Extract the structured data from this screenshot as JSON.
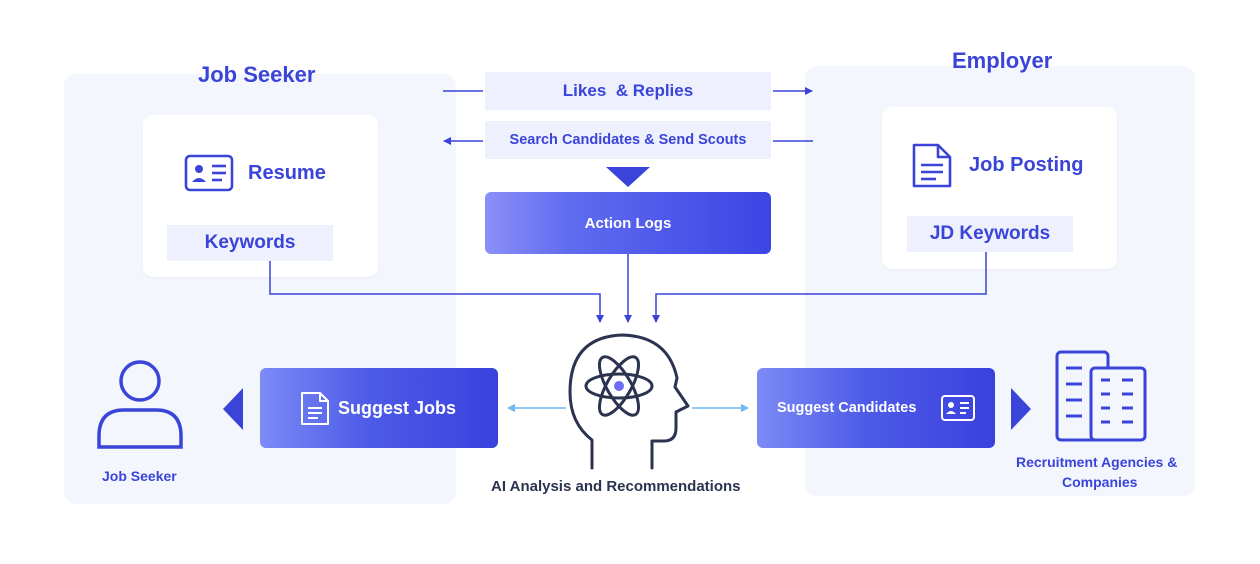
{
  "job_seeker_panel": {
    "title": "Job Seeker",
    "resume_label": "Resume",
    "keywords_label": "Keywords",
    "person_label": "Job Seeker"
  },
  "employer_panel": {
    "title": "Employer",
    "job_posting_label": "Job Posting",
    "jd_keywords_label": "JD Keywords",
    "companies_label_line1": "Recruitment Agencies &",
    "companies_label_line2": "Companies"
  },
  "center": {
    "likes_replies": "Likes  & Replies",
    "search_candidates": "Search Candidates & Send Scouts",
    "action_logs": "Action Logs",
    "ai_label": "AI Analysis and Recommendations",
    "suggest_jobs": "Suggest Jobs",
    "suggest_candidates": "Suggest Candidates"
  },
  "colors": {
    "primary": "#3a44d8",
    "panel_bg": "#f4f6fd",
    "chip_bg": "#eef1fd",
    "dark_icon": "#2b3350",
    "light_arrow": "#6fb6f0"
  },
  "icons": [
    "id-card-icon",
    "document-icon",
    "person-icon",
    "brain-atom-icon",
    "buildings-icon",
    "triangle-left-icon",
    "triangle-right-icon",
    "triangle-down-icon"
  ]
}
